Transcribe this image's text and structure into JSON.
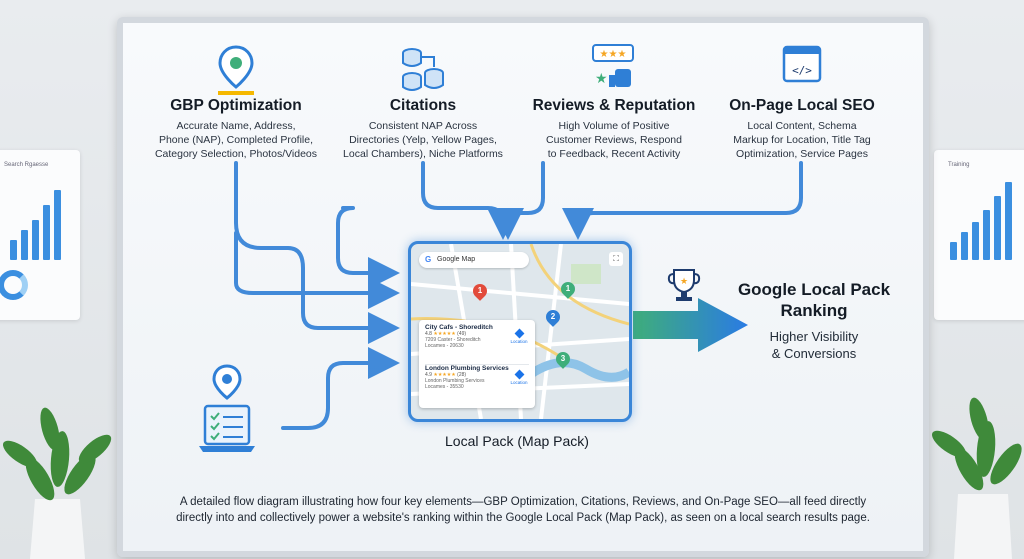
{
  "columns": [
    {
      "title": "GBP Optimization",
      "desc": [
        "Accurate Name, Address,",
        "Phone (NAP), Completed Profile,",
        "Category Selection, Photos/Videos"
      ],
      "icon": "map-pin-icon"
    },
    {
      "title": "Citations",
      "desc": [
        "Consistent NAP Across",
        "Directories (Yelp, Yellow Pages,",
        "Local Chambers), Niche Platforms"
      ],
      "icon": "database-icon"
    },
    {
      "title": "Reviews & Reputation",
      "desc": [
        "High Volume of Positive",
        "Customer Reviews, Respond",
        "to Feedback, Recent Activity"
      ],
      "icon": "star-review-icon"
    },
    {
      "title": "On-Page Local SEO",
      "desc": [
        "Local Content, Schema",
        "Markup for Location, Title Tag",
        "Optimization, Service Pages"
      ],
      "icon": "code-window-icon"
    }
  ],
  "map": {
    "search": "Google Map",
    "listings": [
      {
        "name": "City Cafs - Shoreditch",
        "rating": "4.8",
        "stars": "★★★★★",
        "count": "(49)",
        "addr1": "7209 Caster - Shoreditch",
        "addr2": "Locames - 20630",
        "btn": "Location"
      },
      {
        "name": "London Plumbing Services",
        "rating": "4.9",
        "stars": "★★★★★",
        "count": "(28)",
        "addr1": "London Plumbing Services",
        "addr2": "Locames - 35530",
        "btn": "Location"
      }
    ],
    "pins": [
      "1",
      "2",
      "3",
      "1"
    ]
  },
  "label_local": "Local Pack (Map Pack)",
  "result": {
    "title": "Google Local Pack Ranking",
    "sub1": "Higher Visibility",
    "sub2": "& Conversions"
  },
  "caption": {
    "line1": "A detailed flow diagram illustrating how four key elements—GBP Optimization, Citations, Reviews, and On-Page SEO—all feed directly",
    "line2": "directly into and collectively power a website's  ranking within the Google Local Pack (Map Pack), as seen on a local search results page."
  },
  "wall": {
    "left_poster_title": "Search Rgaesse",
    "right_poster_title": "Training"
  },
  "colors": {
    "flow_blue": "#2f7fd6",
    "arrow_green": "#3fae7a",
    "arrow_blue": "#2a7be4"
  }
}
